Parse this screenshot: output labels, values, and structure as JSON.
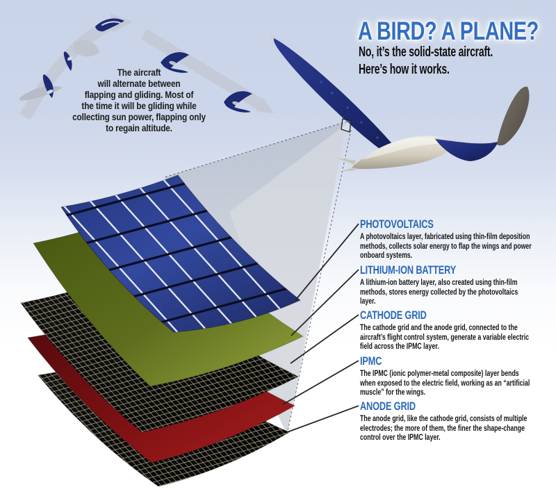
{
  "header": {
    "title": "A BIRD? A PLANE?",
    "subtitle": "No, it’s the solid-state aircraft.\nHere’s how it works."
  },
  "flight_cycle": {
    "caption": "The aircraft\nwill alternate between\nflapping and gliding. Most of\nthe time it will be gliding while\ncollecting sun power, flapping only\nto regain altitude."
  },
  "layers": [
    {
      "id": "photovoltaics",
      "heading": "PHOTOVOLTAICS",
      "description": "A photovoltaics layer, fabricated using thin-film deposition methods, collects solar energy to flap the wings and power onboard systems."
    },
    {
      "id": "lithium-ion-battery",
      "heading": "LITHIUM-ION BATTERY",
      "description": "A lithium-ion battery layer, also created using thin-film methods, stores energy collected by the photovoltaics layer."
    },
    {
      "id": "cathode-grid",
      "heading": "CATHODE GRID",
      "description": "The cathode grid and the anode grid, connected to the aircraft’s flight control system, generate a variable electric field across the IPMC layer."
    },
    {
      "id": "ipmc",
      "heading": "IPMC",
      "description": "The IPMC (ionic polymer-metal composite) layer bends when exposed to the electric field, working as an “artificial muscle” for the wings."
    },
    {
      "id": "anode-grid",
      "heading": "ANODE GRID",
      "description": "The anode grid, like the cathode grid, consists of multiple electrodes; the more of them, the finer the shape-change control over the IPMC layer."
    }
  ],
  "colors": {
    "background_top": "#c9d4e8",
    "background_bottom": "#ffffff",
    "title_blue": "#336fc0",
    "heading_blue": "#2a68b6",
    "body_text": "#151515",
    "photovoltaics_blue": "#2e4a9e",
    "battery_green": "#6f7f28",
    "electrode_grid_black": "#0d0d0d",
    "grid_line_tan": "#b0a989",
    "ipmc_red": "#9e1818",
    "aircraft_navy": "#1e2a78",
    "aircraft_silver": "#d8d4c6",
    "wingtip_gray": "#6e675e",
    "arrow_gray": "#c3c8d4",
    "projection_cone_gray": "#aeb3bd"
  },
  "icons": {
    "flapping_bird": "bird-flapping-icon",
    "gliding_bird": "bird-gliding-icon",
    "ascent_arrow": "ascent-arrow-icon",
    "descent_arrow": "descent-arrow-icon",
    "wing_callout": "wing-callout-box"
  }
}
